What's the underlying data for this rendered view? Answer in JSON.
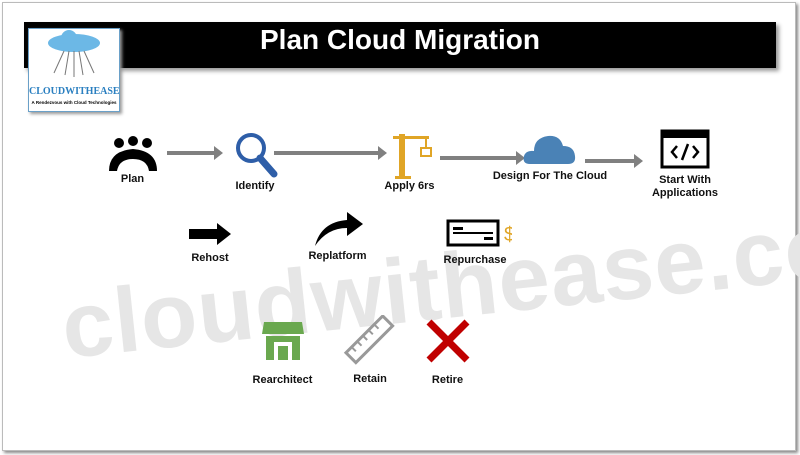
{
  "title": "Plan Cloud Migration",
  "logo": {
    "brand": "CLOUDWITHEASE",
    "tagline": "A Rendezvous with Cloud Technologies"
  },
  "watermark": "cloudwithease.com",
  "steps": [
    "Plan",
    "Identify",
    "Apply 6rs",
    "Design For The Cloud",
    "Start With Applications"
  ],
  "strategies": [
    "Rehost",
    "Replatform",
    "Repurchase",
    "Rearchitect",
    "Retain",
    "Retire"
  ],
  "colors": {
    "magnifier": "#2e5ea8",
    "crane": "#e0a526",
    "cloud": "#4a82b6",
    "storefront": "#6aa84f",
    "ruler": "#999999",
    "retire": "#c00000"
  }
}
